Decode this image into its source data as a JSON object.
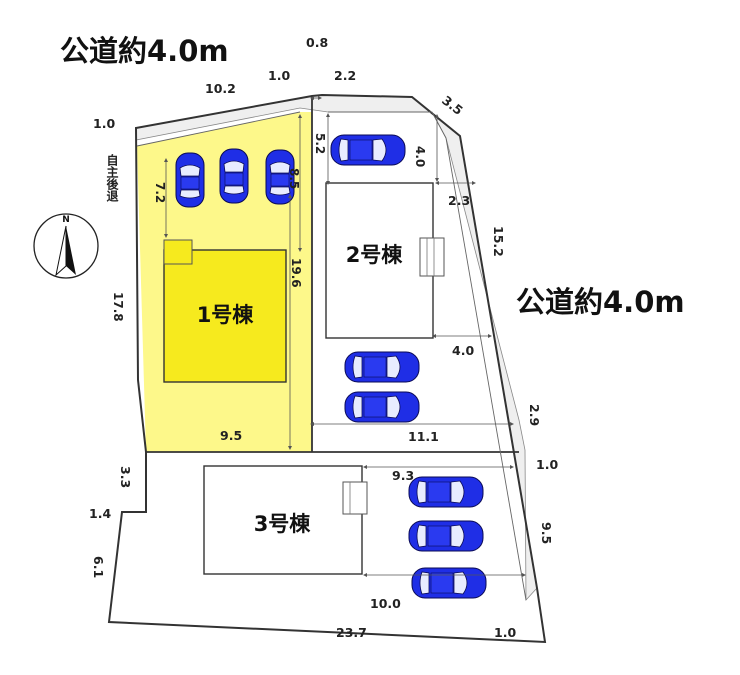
{
  "roads": {
    "north": "公道約4.0m",
    "east": "公道約4.0m"
  },
  "setback_label": "自主後退",
  "buildings": {
    "b1": "1号棟",
    "b2": "2号棟",
    "b3": "3号棟"
  },
  "dimensions": {
    "top_10_2": "10.2",
    "top_1_0": "1.0",
    "top_0_8": "0.8",
    "top_2_2": "2.2",
    "corner_3_5": "3.5",
    "left_1_0": "1.0",
    "lot1_7_2": "7.2",
    "lot1_8_5": "8.5",
    "lot1_19_6": "19.6",
    "lot1_17_8": "17.8",
    "lot1_9_5": "9.5",
    "lot2_5_2": "5.2",
    "lot2_4_0_top": "4.0",
    "lot2_2_3": "2.3",
    "lot2_15_2": "15.2",
    "lot2_4_0_mid": "4.0",
    "lot2_11_1": "11.1",
    "right_2_9": "2.9",
    "right_1_0": "1.0",
    "lot3_3_3": "3.3",
    "lot3_1_4": "1.4",
    "lot3_6_1": "6.1",
    "lot3_9_3": "9.3",
    "lot3_9_5": "9.5",
    "lot3_10_0": "10.0",
    "bottom_23_7": "23.7",
    "bottom_1_0": "1.0"
  },
  "compass": {
    "north_label": "N"
  },
  "colors": {
    "lot1_fill": "#fdf88a",
    "building1_fill": "#f6ea1e",
    "car_fill": "#1f2ee6",
    "setback_strip": "#f2f2f2"
  }
}
